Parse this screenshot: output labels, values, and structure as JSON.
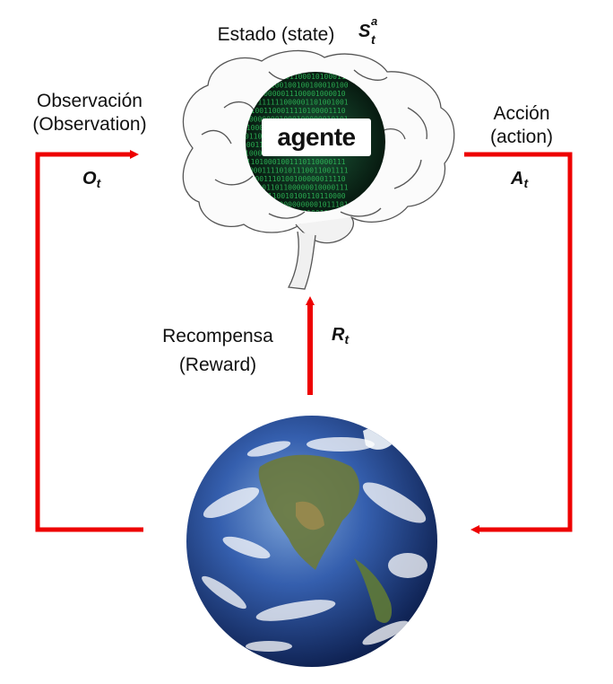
{
  "labels": {
    "state": "Estado (state)",
    "observation_es": "Observación",
    "observation_en": "(Observation)",
    "action_es": "Acción",
    "action_en": "(action)",
    "reward_es": "Recompensa",
    "reward_en": "(Reward)",
    "agent": "agente"
  },
  "symbols": {
    "state_base": "S",
    "state_sup": "a",
    "state_sub": "t",
    "observation_base": "O",
    "observation_sub": "t",
    "action_base": "A",
    "action_sub": "t",
    "reward_base": "R",
    "reward_sub": "t"
  },
  "colors": {
    "arrow": "#ee0000",
    "earth_ocean": "#2c4f9e",
    "agent_screen": "#0a2418",
    "binary_text": "#2fbf5a"
  },
  "icons": {
    "agent": "brain-icon",
    "environment": "earth-icon"
  }
}
